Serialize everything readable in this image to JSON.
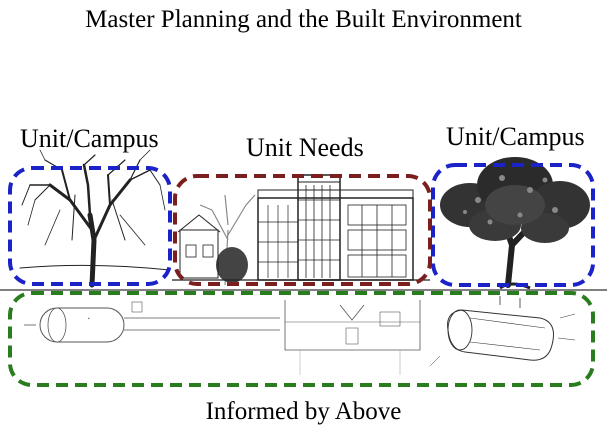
{
  "title": "Master Planning and the Built Environment",
  "labels": {
    "left": "Unit/Campus",
    "center": "Unit Needs",
    "right": "Unit/Campus",
    "bottom": "Informed by Above"
  },
  "colors": {
    "campus_box": "#1a22c8",
    "needs_box": "#7a1e1e",
    "infrastructure_box": "#2a7d1e"
  },
  "illustrations": {
    "left": "bare-tree-sketch",
    "center": "building-facade-sketch",
    "right": "leafy-tree-sketch",
    "bottom": "underground-tank-and-utility-drawings"
  }
}
